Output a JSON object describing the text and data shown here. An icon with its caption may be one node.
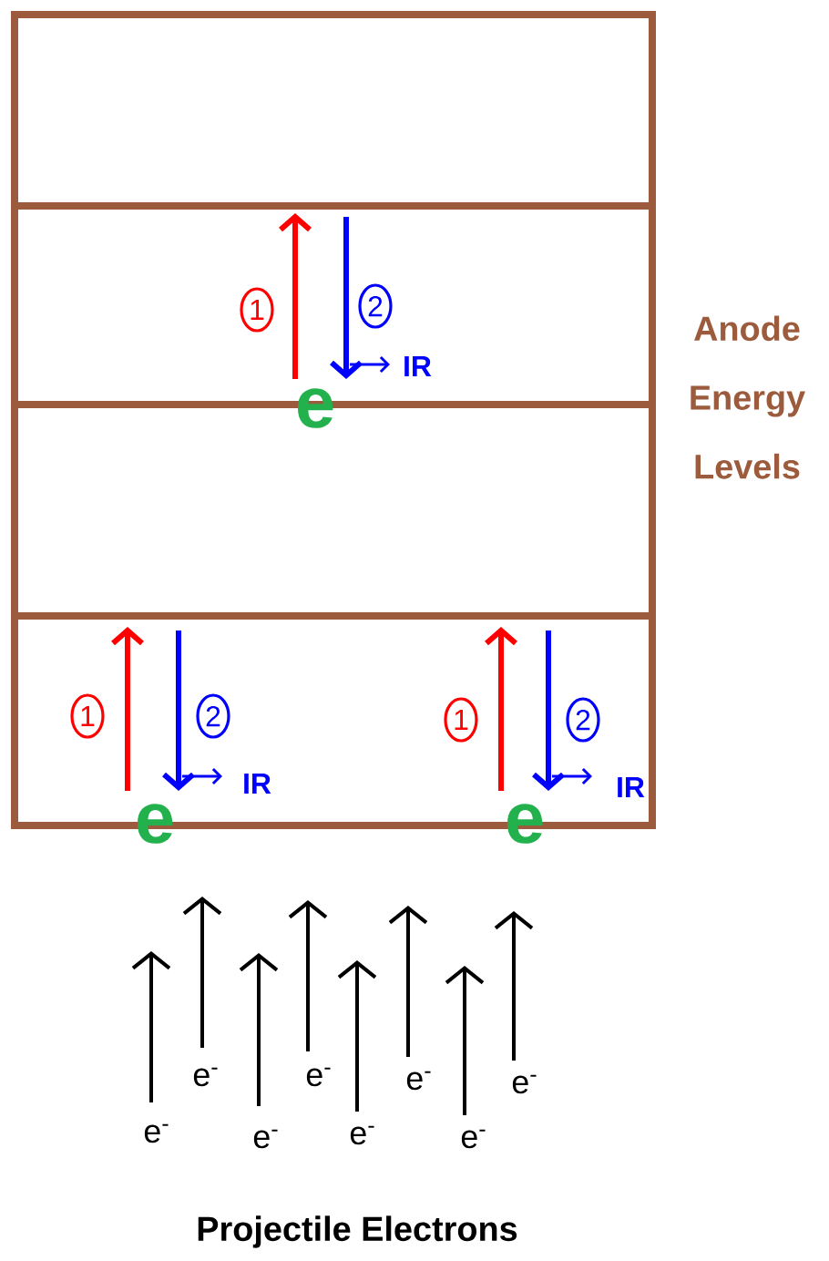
{
  "diagram": {
    "caption": "Projectile Electrons",
    "nodes": [
      {
        "text": [
          "1"
        ]
      },
      {
        "text": [
          "2"
        ]
      },
      {
        "text": [
          "1"
        ]
      },
      {
        "text": [
          "2"
        ]
      },
      {
        "text": [
          "1"
        ]
      },
      {
        "text": [
          "2"
        ]
      }
    ],
    "labels": [
      "IR",
      "e",
      "Anode Energy Levels",
      "IR",
      "IR",
      "e",
      "e",
      "e$^{-}$",
      "e$^{-}$",
      "e$^{-}$",
      "e$^{-}$",
      "e$^{-}$",
      "e$^{-}$",
      "e$^{-}$",
      "e$^{-}$"
    ]
  }
}
